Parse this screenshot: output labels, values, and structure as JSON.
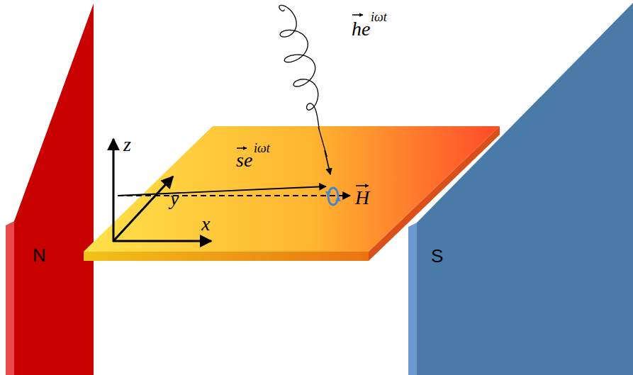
{
  "diagram": {
    "nodes": [
      {
        "text": [
          "N"
        ]
      },
      {
        "text": [
          "S"
        ]
      }
    ],
    "edges": [],
    "labels": [
      "z",
      "y",
      "x",
      "se",
      "iωt",
      "H",
      "he",
      "iωt"
    ]
  }
}
